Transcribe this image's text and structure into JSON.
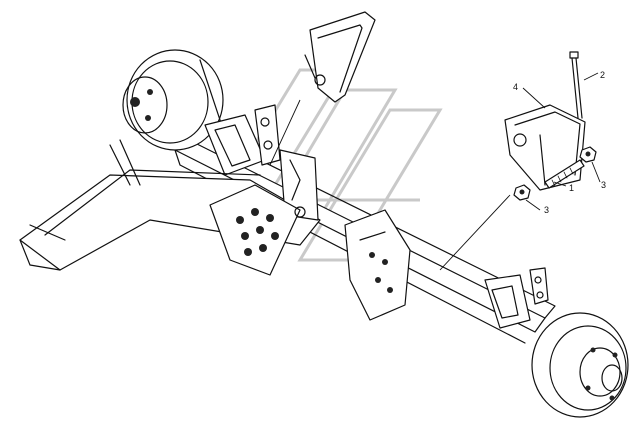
{
  "callouts": [
    {
      "id": "part-1",
      "text": "1"
    },
    {
      "id": "part-2",
      "text": "2"
    },
    {
      "id": "part-3a",
      "text": "3"
    },
    {
      "id": "part-3b",
      "text": "3"
    },
    {
      "id": "part-4",
      "text": "4"
    }
  ]
}
